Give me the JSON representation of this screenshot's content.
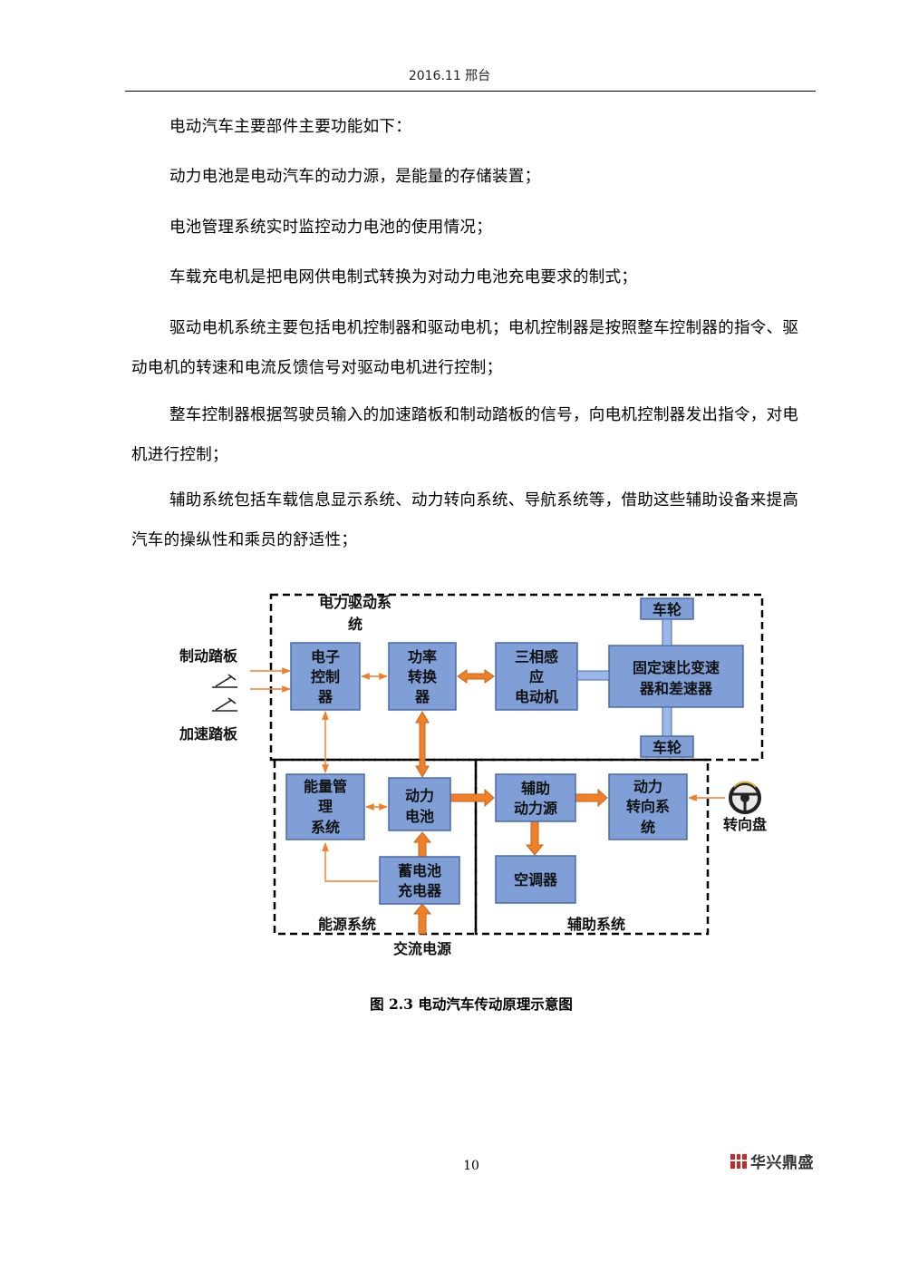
{
  "header": {
    "text": "2016.11  邢台"
  },
  "paragraphs": [
    "电动汽车主要部件主要功能如下：",
    "动力电池是电动汽车的动力源，是能量的存储装置；",
    "电池管理系统实时监控动力电池的使用情况；",
    "车载充电机是把电网供电制式转换为对动力电池充电要求的制式；",
    "驱动电机系统主要包括电机控制器和驱动电机；电机控制器是按照整车控制器的指令、驱动电机的转速和电流反馈信号对驱动电机进行控制；",
    "整车控制器根据驾驶员输入的加速踏板和制动踏板的信号，向电机控制器发出指令，对电机进行控制；",
    "辅助系统包括车载信息显示系统、动力转向系统、导航系统等，借助这些辅助设备来提高汽车的操纵性和乘员的舒适性；"
  ],
  "diagram": {
    "group_drive": [
      "电力驱动系",
      "统"
    ],
    "group_energy": "能源系统",
    "group_aux": "辅助系统",
    "brake_pedal": "制动踏板",
    "accel_pedal": "加速踏板",
    "ecu": [
      "电子",
      "控制",
      "器"
    ],
    "converter": [
      "功率",
      "转换",
      "器"
    ],
    "motor": [
      "三相感",
      "应",
      "电动机"
    ],
    "gearbox": [
      "固定速比变速",
      "器和差速器"
    ],
    "wheel_top": "车轮",
    "wheel_bottom": "车轮",
    "bms": [
      "能量管",
      "理",
      "系统"
    ],
    "battery": [
      "动力",
      "电池"
    ],
    "charger": [
      "蓄电池",
      "充电器"
    ],
    "aux_power": [
      "辅助",
      "动力源"
    ],
    "steering_sys": [
      "动力",
      "转向系",
      "统"
    ],
    "aircon": "空调器",
    "steering_wheel": "转向盘",
    "ac_source": "交流电源"
  },
  "caption": "图 2.3  电动汽车传动原理示意图",
  "page_number": "10",
  "logo_text": "华兴鼎盛"
}
